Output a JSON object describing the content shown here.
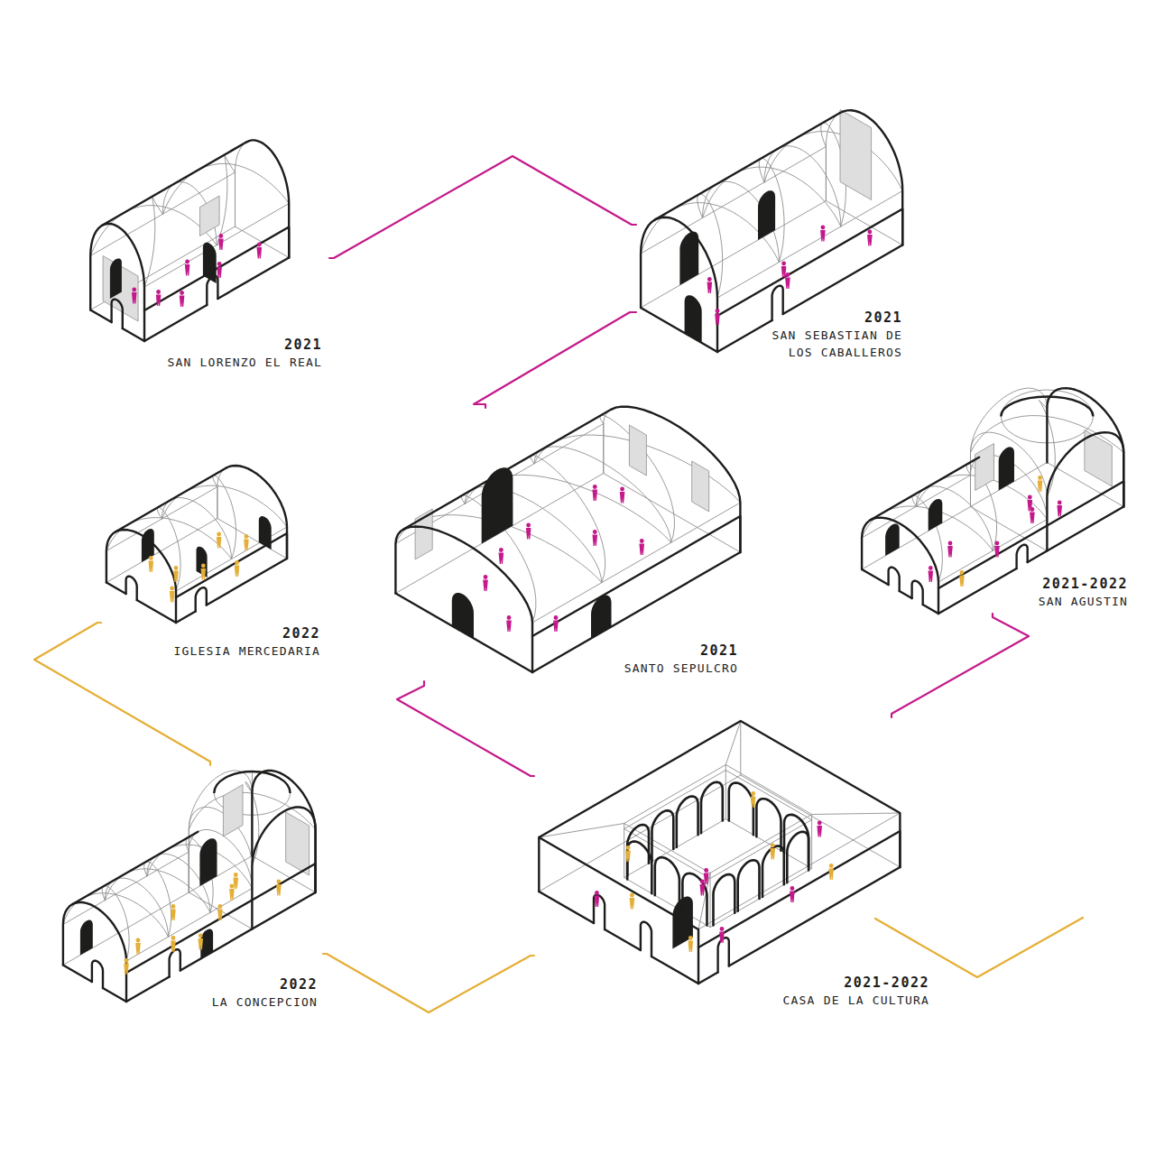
{
  "diagram": {
    "nodes": [
      {
        "text": [
          "2021",
          "SAN LORENZO EL REAL"
        ]
      },
      {
        "text": [
          "2021",
          "SAN SEBASTIAN DE LOS CABALLEROS"
        ]
      },
      {
        "text": [
          "2022",
          "IGLESIA MERCEDARIA"
        ]
      },
      {
        "text": [
          "2021",
          "SANTO SEPULCRO"
        ]
      },
      {
        "text": [
          "2021-2022",
          "SAN AGUSTIN"
        ]
      },
      {
        "text": [
          "2022",
          "LA CONCEPCION"
        ]
      },
      {
        "text": [
          "2021-2022",
          "CASA DE LA CULTURA"
        ]
      }
    ],
    "edges": [
      {
        "from": 0,
        "to": 1,
        "arrow": "none"
      },
      {
        "from": 1,
        "to": 3,
        "arrow": "none"
      },
      {
        "from": 3,
        "to": 6,
        "arrow": "none"
      },
      {
        "from": 4,
        "to": 6,
        "arrow": "none"
      },
      {
        "from": 2,
        "to": 5,
        "arrow": "none"
      },
      {
        "from": 5,
        "to": 6,
        "arrow": "none"
      }
    ]
  }
}
